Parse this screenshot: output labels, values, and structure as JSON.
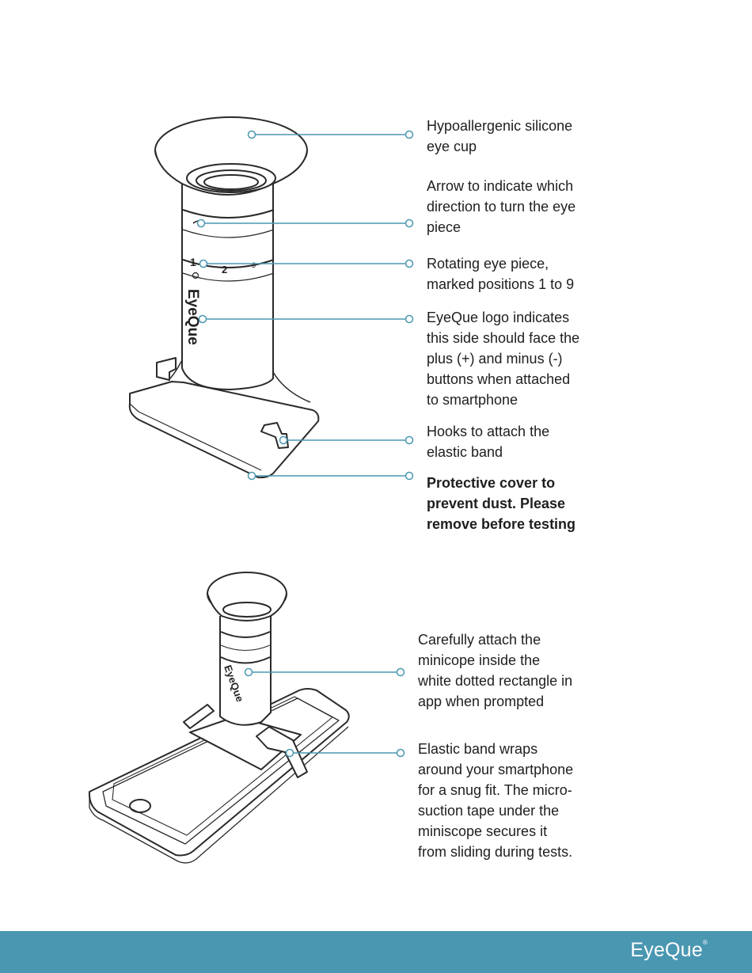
{
  "device_top": {
    "callouts": [
      {
        "text": "Hypoallergenic silicone\neye cup"
      },
      {
        "text": "Arrow to indicate which\ndirection to turn the eye\npiece"
      },
      {
        "text": "Rotating eye piece,\nmarked positions 1 to 9"
      },
      {
        "text": "EyeQue logo indicates\nthis side should face the\nplus (+) and minus (-)\nbuttons when attached\nto smartphone"
      },
      {
        "text": "Hooks to attach the\nelastic band"
      },
      {
        "text": "Protective cover to\nprevent dust. Please\nremove before testing"
      }
    ],
    "dial_numbers": [
      "1",
      "2",
      "3"
    ],
    "body_logo": "EyeQue"
  },
  "device_bottom": {
    "callouts": [
      {
        "text": "Carefully attach the\nminicope inside the\nwhite dotted rectangle in\napp when prompted"
      },
      {
        "text": "Elastic band wraps\naround your smartphone\nfor a snug fit. The micro-\nsuction tape under the\nminiscope secures it\nfrom sliding during tests."
      }
    ],
    "body_logo": "EyeQue"
  },
  "footer": {
    "logo": "EyeQue",
    "trademark": "®"
  },
  "colors": {
    "leader_line": "#4a97b2",
    "footer_bg": "#4a97b2",
    "outline": "#2a2a2a"
  }
}
